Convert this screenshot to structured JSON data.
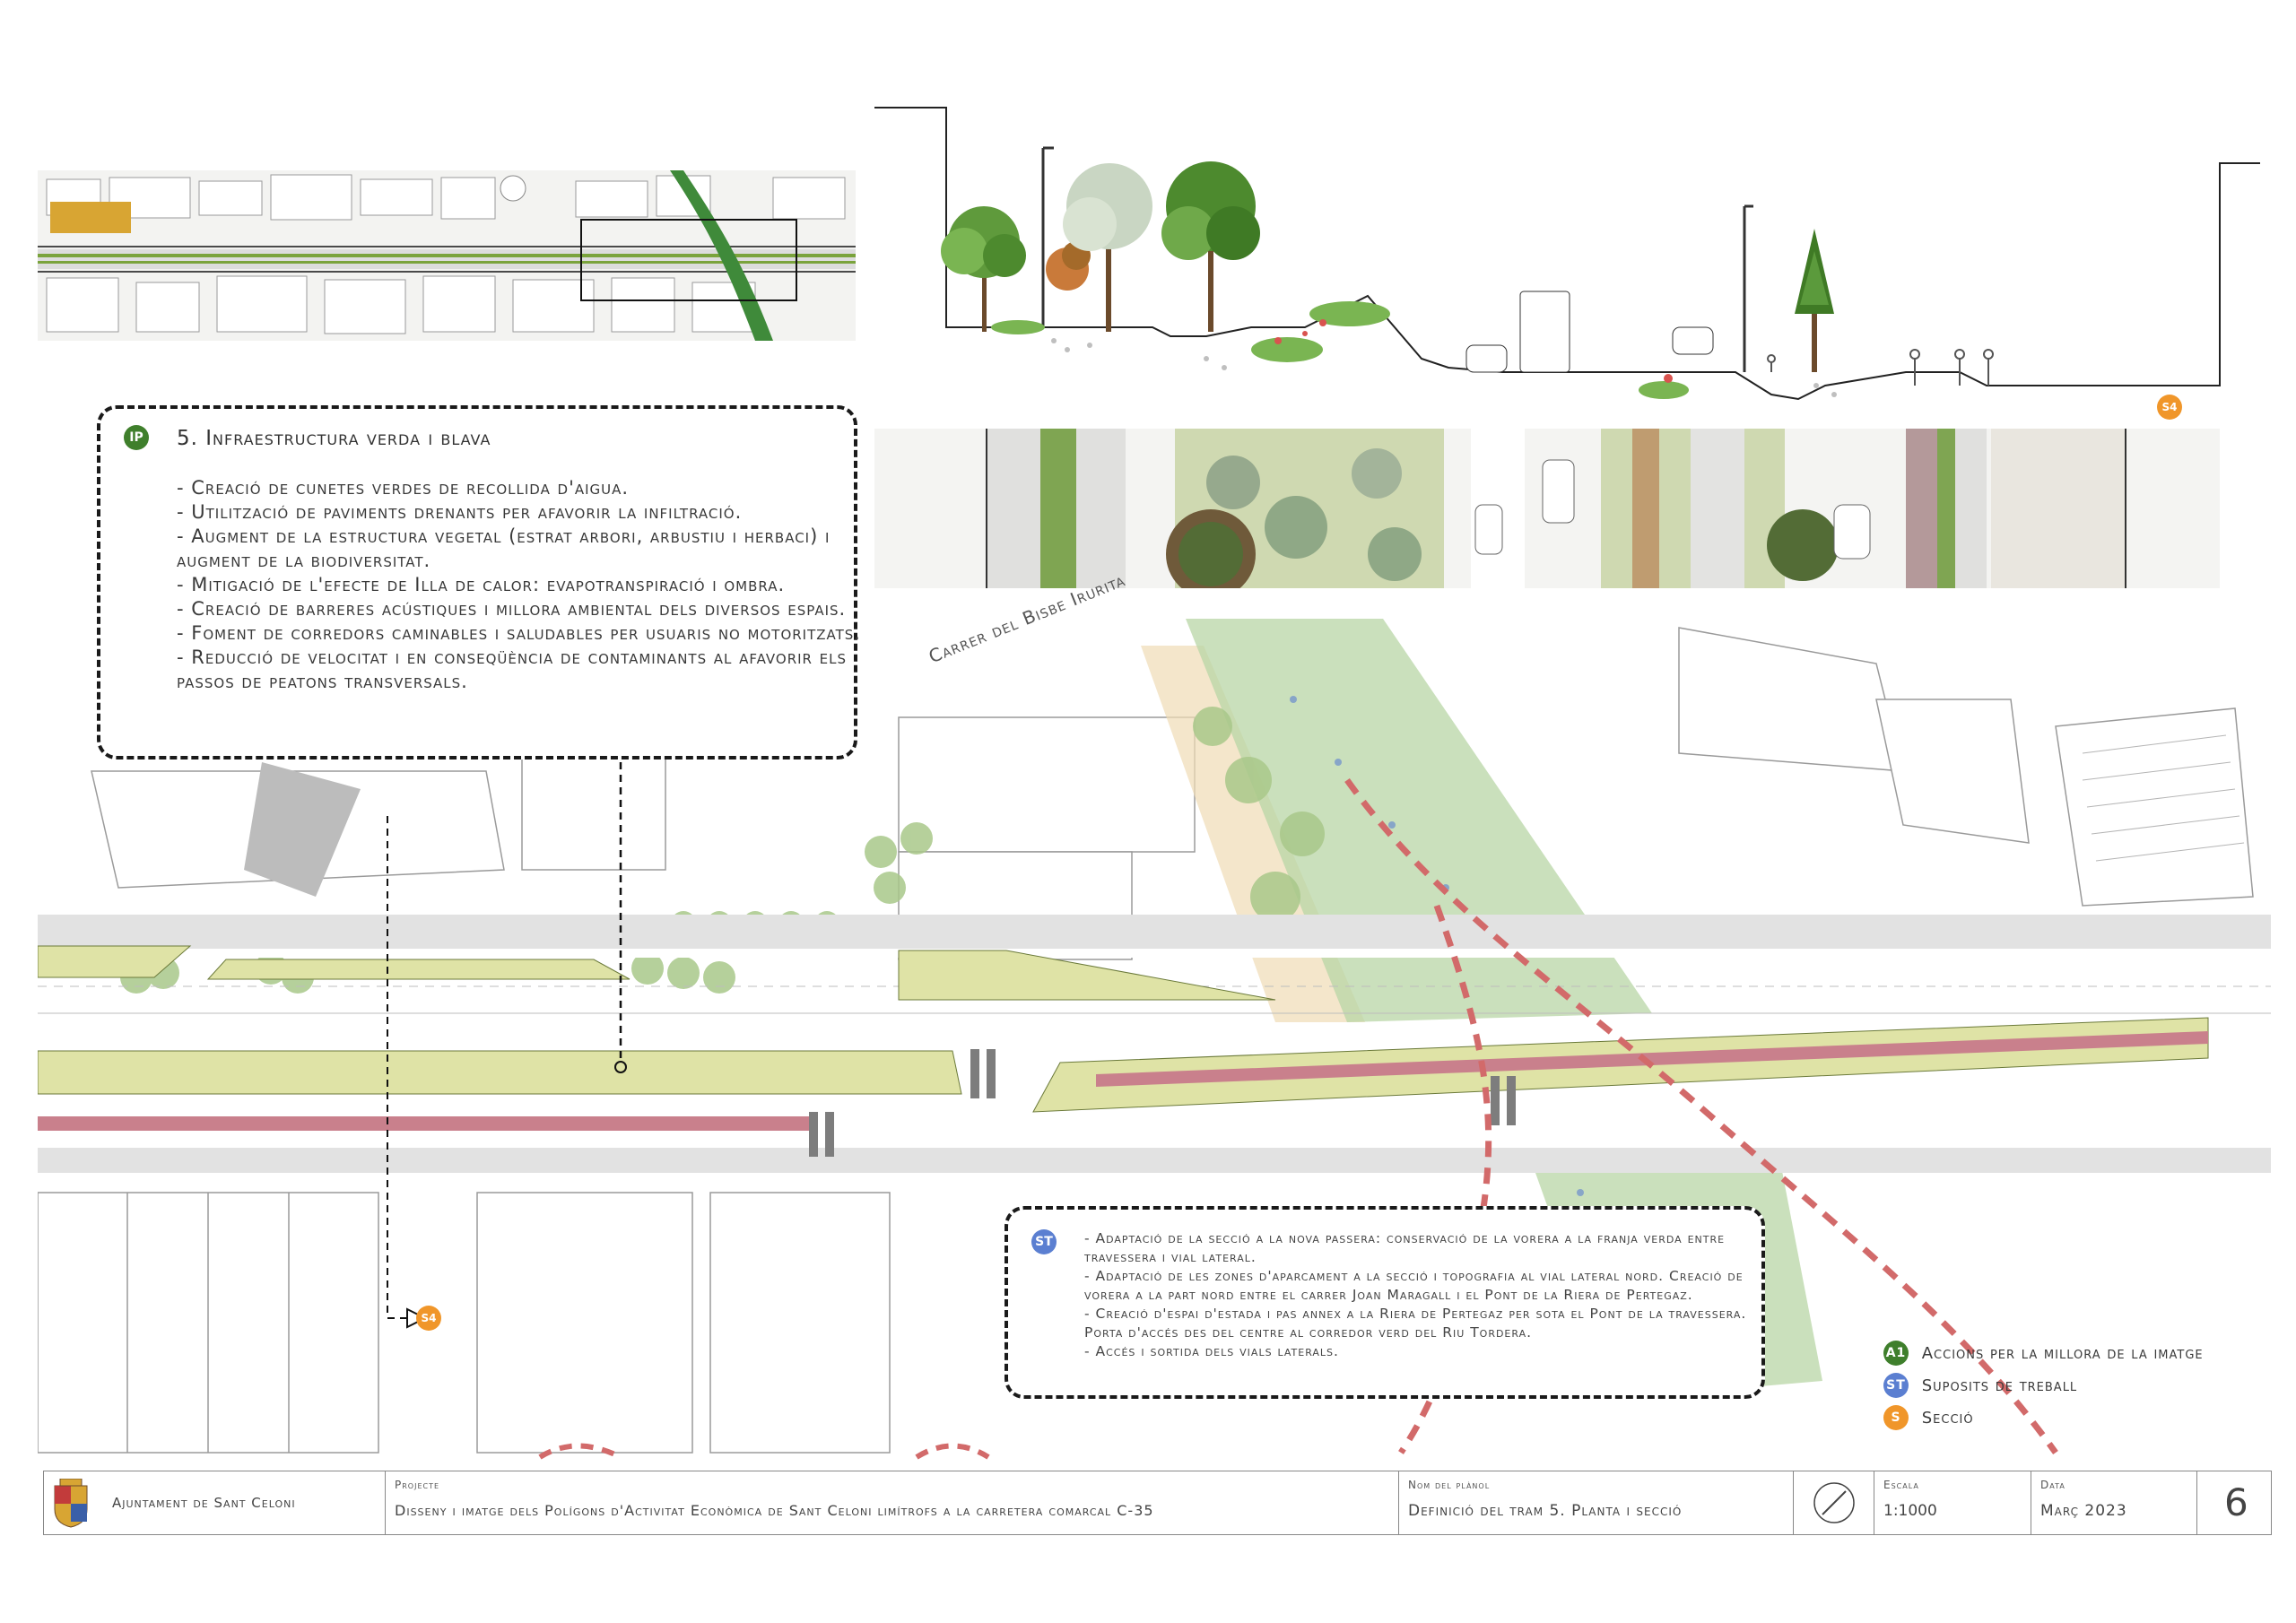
{
  "header_panel": {
    "badge": "IP",
    "title": "5. Infraestructura verda i blava",
    "items": [
      "- Creació de cunetes verdes de recollida d'aigua.",
      "- Utilització de paviments drenants per afavorir la infiltració.",
      "- Augment de la estructura vegetal (estrat arbori, arbustiu i herbaci) i augment de la biodiversitat.",
      "- Mitigació de l'efecte de Illa de calor: evapotranspiració i ombra.",
      "- Creació de barreres acústiques i millora ambiental dels diversos espais.",
      "- Foment de corredors caminables i saludables per usuaris no motoritzats.",
      "- Reducció de velocitat i en conseqüència de contaminants al afavorir els passos de peatons transversals."
    ]
  },
  "st_panel": {
    "badge": "ST",
    "items": [
      "- Adaptació de la secció a la nova passera: conservació de la vorera a la franja verda entre travessera i vial lateral.",
      "- Adaptació de les zones d'aparcament a la secció i topografia al vial lateral nord. Creació de vorera a la part nord entre el carrer Joan Maragall i el Pont de la Riera de Pertegaz.",
      "- Creació d'espai d'estada i pas annex a la Riera de Pertegaz per sota el Pont de la travessera. Porta d'accés des del centre al corredor verd del Riu Tordera.",
      "- Accés i sortida dels vials laterals."
    ]
  },
  "map": {
    "street_label": "Carrer del Bisbe Irurita",
    "section_marker": "S4",
    "section_marker_top": "S4"
  },
  "legend": [
    {
      "badge": "A1",
      "label": "Accions per la millora de la imatge",
      "color": "#3f7f2c"
    },
    {
      "badge": "ST",
      "label": "Suposits de treball",
      "color": "#5b7fd1"
    },
    {
      "badge": "S",
      "label": "Secció",
      "color": "#f0962a"
    }
  ],
  "title_block": {
    "organization": "Ajuntament de Sant Celoni",
    "project_label": "Projecte",
    "project_value": "Disseny i imatge dels Polígons d'Activitat Econòmica de Sant Celoni limítrofs a la carretera comarcal C-35",
    "plan_label": "Nom del plànol",
    "plan_value": "Definició del tram 5. Planta i secció",
    "scale_label": "Escala",
    "scale_value": "1:1000",
    "date_label": "Data",
    "date_value": "Març 2023",
    "sheet_number": "6"
  },
  "colors": {
    "green_strip": "#dfe3a6",
    "road": "#d5d5d5",
    "pink_band": "#c9808c",
    "river_dash": "#d26a6a",
    "badge_green": "#3f7f2c",
    "badge_blue": "#5b7fd1",
    "badge_orange": "#f0962a"
  },
  "icons": [
    "north-arrow-icon",
    "municipal-crest-icon"
  ]
}
